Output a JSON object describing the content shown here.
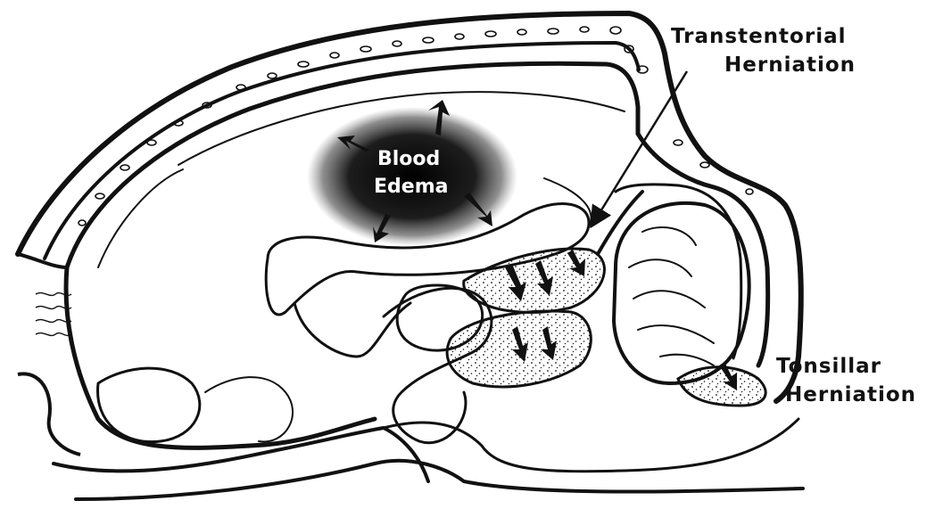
{
  "labels": {
    "transtentorial_line1": "Transtentorial",
    "transtentorial_line2": "Herniation",
    "tonsillar_line1": "Tonsillar",
    "tonsillar_line2": "Herniation",
    "lesion_line1": "Blood",
    "lesion_line2": "Edema"
  },
  "colors": {
    "ink": "#111111",
    "background": "#ffffff",
    "lesion_text": "#ffffff"
  }
}
